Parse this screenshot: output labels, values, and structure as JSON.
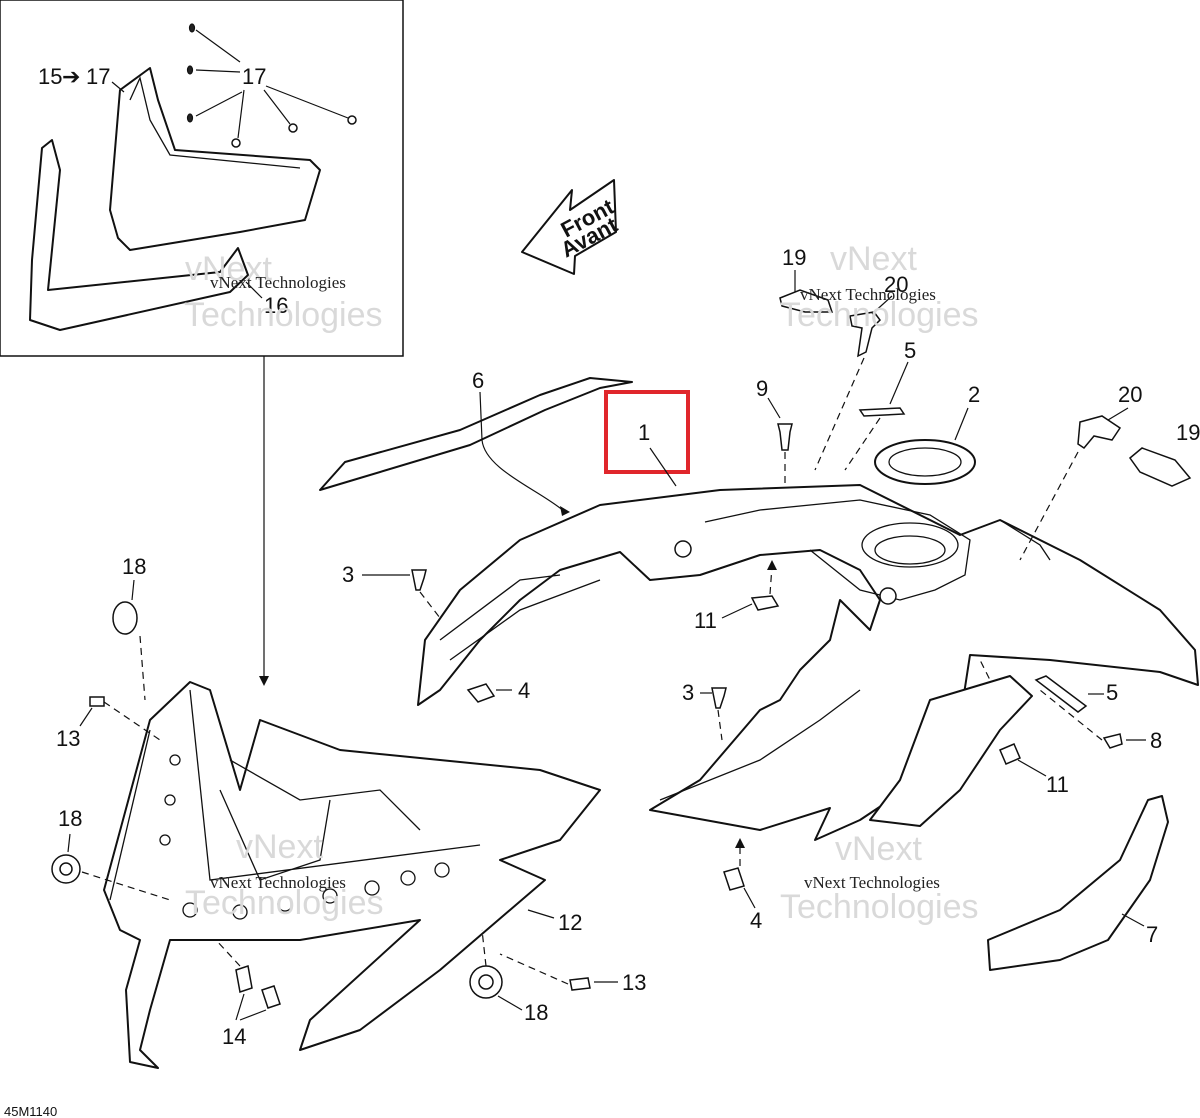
{
  "diagram_code": "45M1140",
  "direction_arrow": {
    "line1": "Front",
    "line2": "Avant"
  },
  "inset": {
    "range_label": "15",
    "range_end": "17",
    "range_arrow_icon": "right-arrow-icon"
  },
  "watermark": {
    "line1": "vNext",
    "line2": "Technologies",
    "full": "vNext Technologies"
  },
  "callouts": {
    "c1": "1",
    "c2": "2",
    "c3a": "3",
    "c3b": "3",
    "c4a": "4",
    "c4b": "4",
    "c5a": "5",
    "c5b": "5",
    "c6": "6",
    "c7": "7",
    "c8": "8",
    "c9": "9",
    "c11a": "11",
    "c11b": "11",
    "c12": "12",
    "c13a": "13",
    "c13b": "13",
    "c14": "14",
    "c16": "16",
    "c17": "17",
    "c18a": "18",
    "c18b": "18",
    "c18c": "18",
    "c19a": "19",
    "c19b": "19",
    "c20a": "20",
    "c20b": "20"
  },
  "highlight": {
    "color": "#e0262b",
    "target": "1"
  }
}
